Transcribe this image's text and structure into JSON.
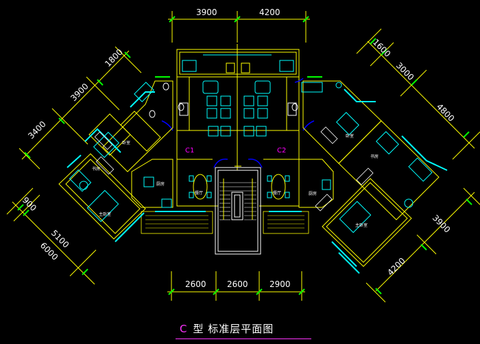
{
  "dimensions": {
    "top": [
      "3900",
      "4200"
    ],
    "bottom": [
      "2600",
      "2600",
      "2900"
    ],
    "left_upper": [
      "1800",
      "3900",
      "3400"
    ],
    "left_lower": [
      "900",
      "5100",
      "6000"
    ],
    "right_upper": [
      "1600",
      "3000",
      "4800"
    ],
    "right_lower": [
      "3900",
      "4200"
    ]
  },
  "units": [
    "C1",
    "C2"
  ],
  "rooms": {
    "dining": "餐厅",
    "kitchen": "厨房",
    "bedroom": "卧室",
    "master_bedroom": "主卧室",
    "study": "书房"
  },
  "title": {
    "type_letter": "C",
    "text": "型  标准层平面图"
  },
  "colors": {
    "background": "#000000",
    "wall": "#ffff00",
    "window": "#00ffff",
    "dimension": "#ffffff",
    "dimension_mark": "#00ff00",
    "furniture": "#00ffff",
    "unit_label": "#ff33ff",
    "door": "#0000ff",
    "balcony": "#00ff00"
  }
}
